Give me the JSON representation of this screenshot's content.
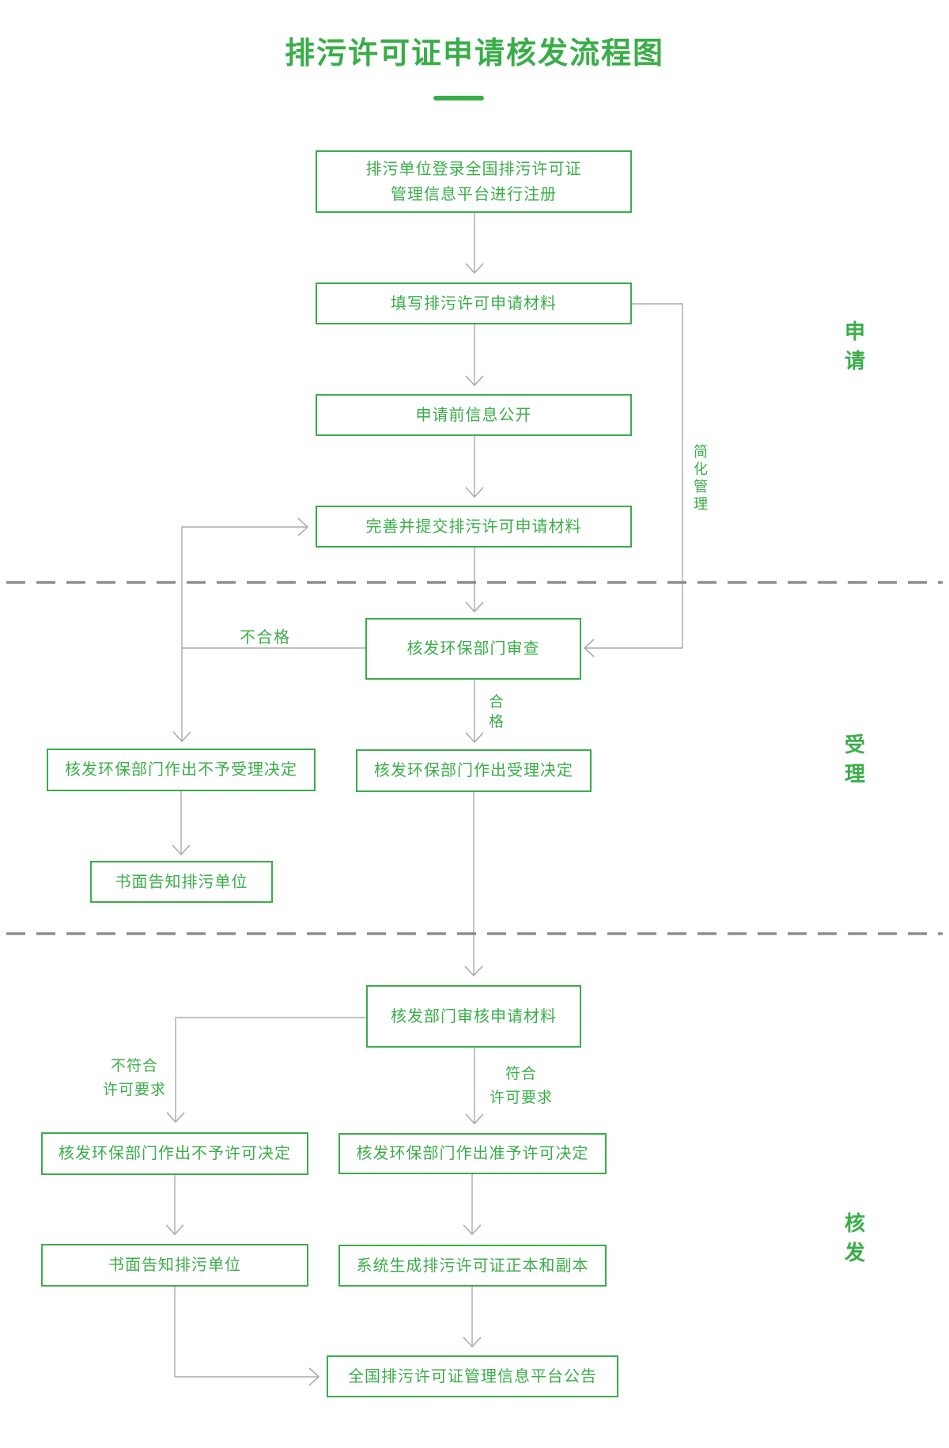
{
  "title": "排污许可证申请核发流程图",
  "colors": {
    "green": "#3aad49",
    "line_gray": "#ababab",
    "dash_gray": "#8d8d8d"
  },
  "sections": {
    "apply": "申请",
    "accept": "受理",
    "issue": "核发"
  },
  "nodes": {
    "register_line1": "排污单位登录全国排污许可证",
    "register_line2": "管理信息平台进行注册",
    "fill_form": "填写排污许可申请材料",
    "pre_disclosure": "申请前信息公开",
    "complete_submit": "完善并提交排污许可申请材料",
    "review": "核发环保部门审查",
    "not_accept_decision": "核发环保部门作出不予受理决定",
    "accept_decision": "核发环保部门作出受理决定",
    "notify_written_1": "书面告知排污单位",
    "verify_materials": "核发部门审核申请材料",
    "deny_permit_decision": "核发环保部门作出不予许可决定",
    "grant_permit_decision": "核发环保部门作出准予许可决定",
    "notify_written_2": "书面告知排污单位",
    "generate_certificate": "系统生成排污许可证正本和副本",
    "platform_announcement": "全国排污许可证管理信息平台公告"
  },
  "edge_labels": {
    "simplified_management": "简化管理",
    "fail": "不合格",
    "pass": "合格",
    "meet_line1": "符合",
    "meet_line2": "许可要求",
    "not_meet_line1": "不符合",
    "not_meet_line2": "许可要求"
  }
}
